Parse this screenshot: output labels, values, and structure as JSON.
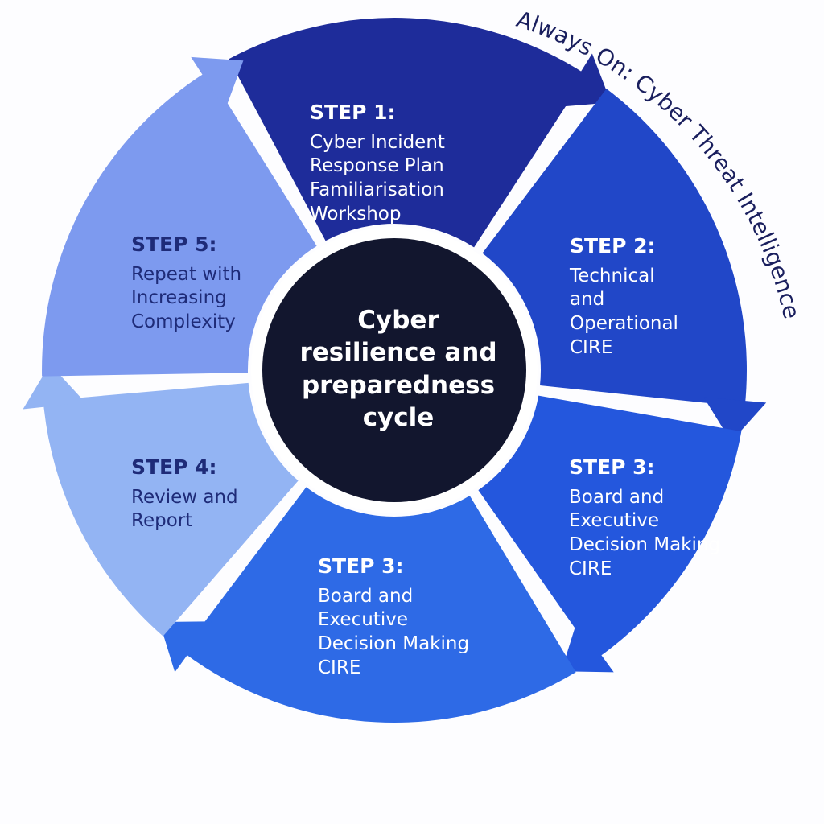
{
  "center": {
    "title": "Cyber\nresilience and\npreparedness\ncycle"
  },
  "arc_label": "Always On: Cyber Threat Intelligence",
  "segments": [
    {
      "step": "STEP 1:",
      "text": "Cyber Incident\nResponse Plan\nFamiliarisation\nWorkshop",
      "color": "#1e2c9a"
    },
    {
      "step": "STEP 2:",
      "text": "Technical\nand\nOperational\nCIRE",
      "color": "#2147c8"
    },
    {
      "step": "STEP 3:",
      "text": "Board and\nExecutive\nDecision Making\nCIRE",
      "color": "#2457dd"
    },
    {
      "step": "STEP 3:",
      "text": "Board and\nExecutive\nDecision Making\nCIRE",
      "color": "#2e6ae6"
    },
    {
      "step": "STEP 4:",
      "text": "Review and\nReport",
      "color": "#93b4f3"
    },
    {
      "step": "STEP 5:",
      "text": "Repeat with\nIncreasing\nComplexity",
      "color": "#7d9aef"
    }
  ],
  "colors": {
    "center_fill": "#12162e",
    "center_ring": "#ffffff",
    "arc_label": "#1a1f5e"
  }
}
